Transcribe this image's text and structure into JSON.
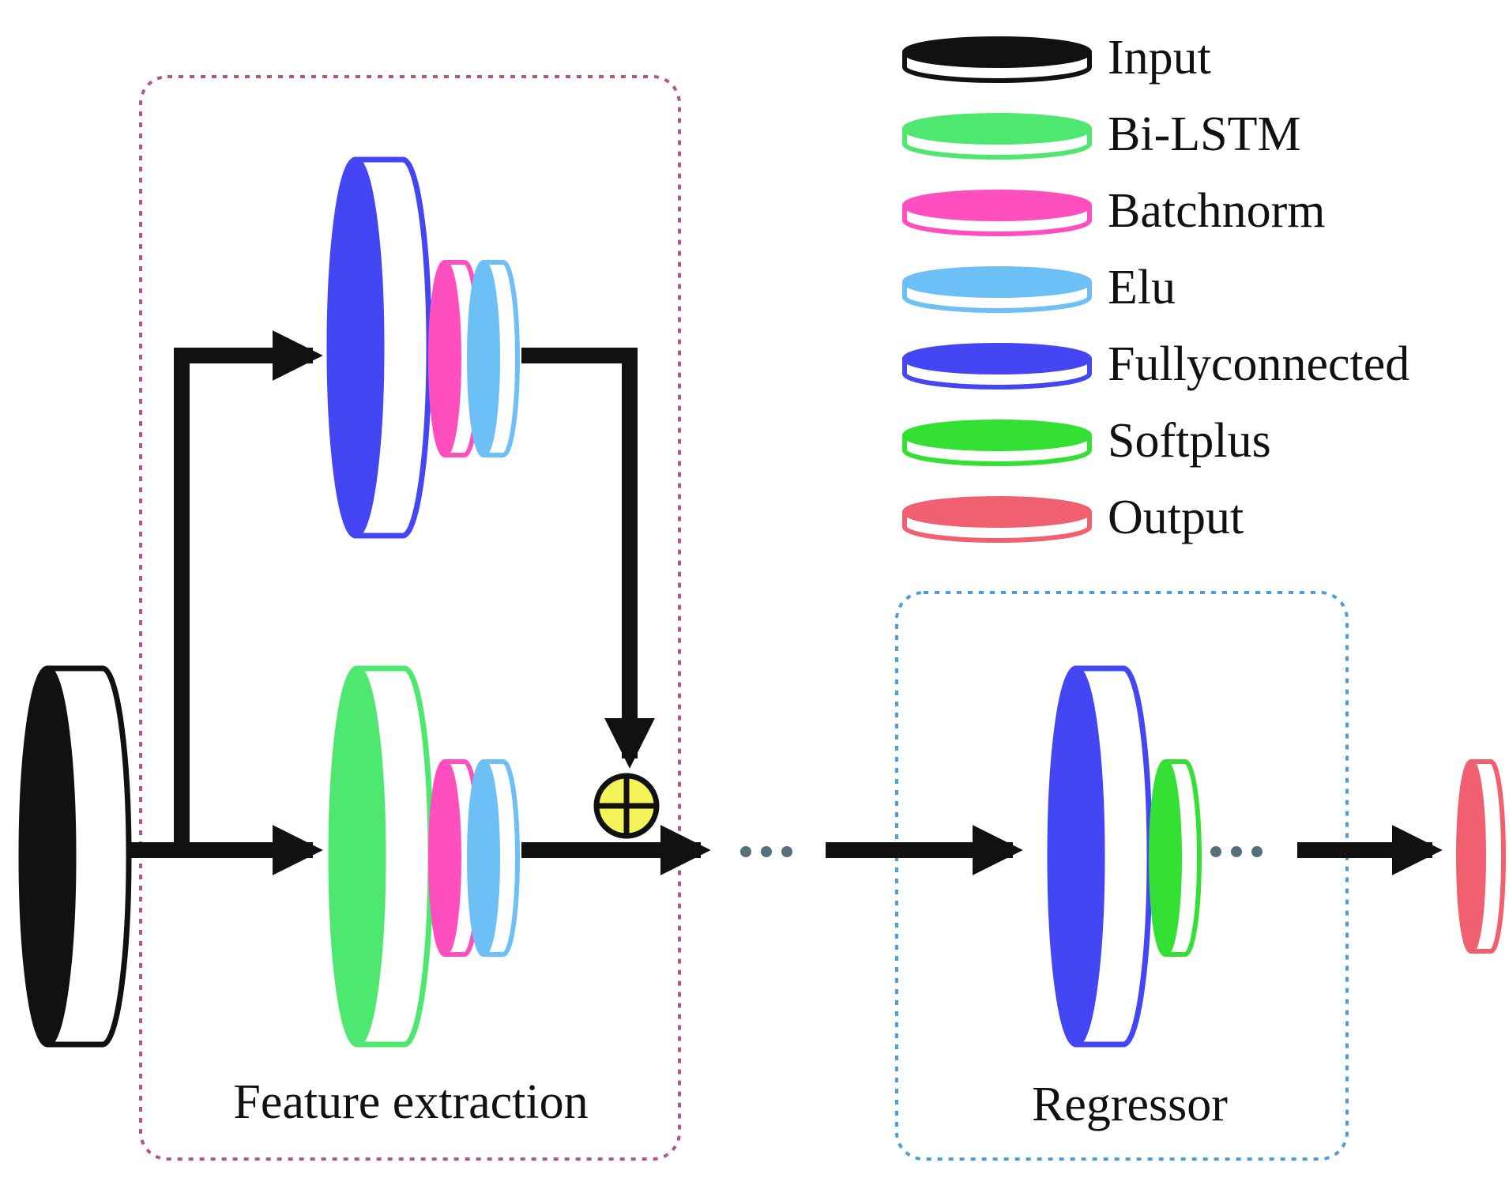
{
  "colors": {
    "input": "#111111",
    "bilstm": "#4ee870",
    "batchnorm": "#ff4fbf",
    "elu": "#6cc0f5",
    "fullyconnected": "#4346f2",
    "softplus": "#33e033",
    "output": "#f06070",
    "feature_box": "#b2558f",
    "regressor_box": "#4a9ee0",
    "adder_fill": "#f3f35a",
    "dots": "#55707a",
    "arrow": "#111111"
  },
  "legend": [
    {
      "key": "input",
      "label": "Input"
    },
    {
      "key": "bilstm",
      "label": "Bi-LSTM"
    },
    {
      "key": "batchnorm",
      "label": "Batchnorm"
    },
    {
      "key": "elu",
      "label": "Elu"
    },
    {
      "key": "fullyconnected",
      "label": "Fullyconnected"
    },
    {
      "key": "softplus",
      "label": "Softplus"
    },
    {
      "key": "output",
      "label": "Output"
    }
  ],
  "groups": {
    "feature_extraction": "Feature extraction",
    "regressor": "Regressor"
  },
  "icons": {
    "adder": "circle-plus-icon",
    "ellipsis": "ellipsis-icon"
  }
}
